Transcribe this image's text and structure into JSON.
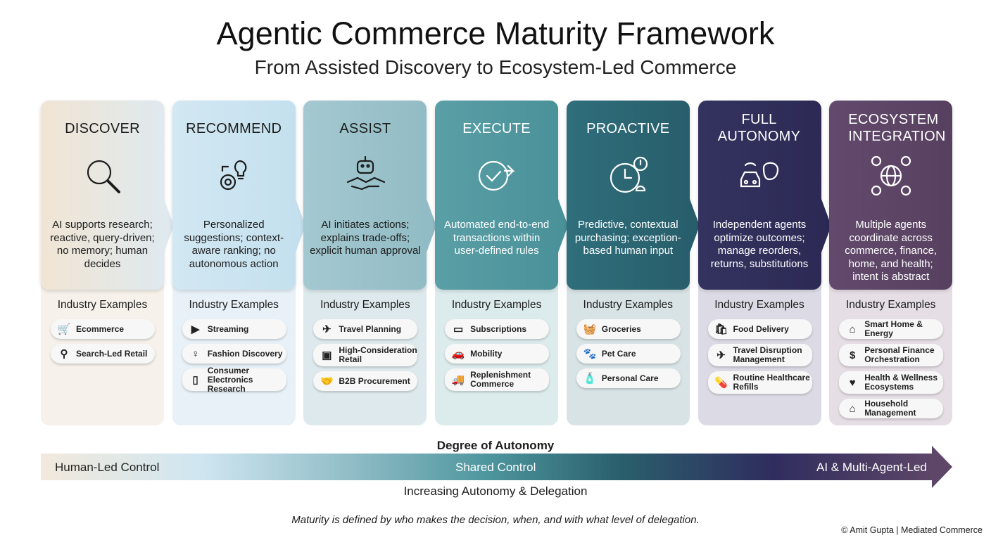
{
  "title": "Agentic Commerce Maturity Framework",
  "subtitle": "From Assisted Discovery to Ecosystem-Led Commerce",
  "examples_label": "Industry Examples",
  "stages": [
    {
      "name": "DISCOVER",
      "icon": "magnifier-icon",
      "desc": "AI supports research; reactive, query-driven; no memory; human decides",
      "color": "#f1e5d4",
      "color2": "#dfe9ee",
      "lower": "#f6f1ea",
      "text": "#1c1c1c",
      "examples": [
        {
          "icon": "cart-icon",
          "glyph": "🛒",
          "label": "Ecommerce"
        },
        {
          "icon": "search-icon",
          "glyph": "⚲",
          "label": "Search-Led Retail"
        }
      ]
    },
    {
      "name": "RECOMMEND",
      "icon": "gear-bulb-icon",
      "desc": "Personalized suggestions; context-aware ranking; no autonomous action",
      "color": "#d2e8f3",
      "color2": "#c4e0ee",
      "lower": "#e7f1f7",
      "text": "#1c1c1c",
      "examples": [
        {
          "icon": "play-icon",
          "glyph": "▶",
          "label": "Streaming"
        },
        {
          "icon": "dress-icon",
          "glyph": "♀",
          "label": "Fashion Discovery"
        },
        {
          "icon": "tablet-icon",
          "glyph": "▯",
          "label": "Consumer Electronics Research"
        }
      ]
    },
    {
      "name": "ASSIST",
      "icon": "robot-handshake-icon",
      "desc": "AI initiates actions; explains trade-offs; explicit human approval",
      "color": "#a4c8d0",
      "color2": "#92bcc5",
      "lower": "#dde9ec",
      "text": "#1c1c1c",
      "examples": [
        {
          "icon": "plane-icon",
          "glyph": "✈",
          "label": "Travel Planning"
        },
        {
          "icon": "briefcase-icon",
          "glyph": "▣",
          "label": "High-Consideration Retail"
        },
        {
          "icon": "handshake-icon",
          "glyph": "🤝",
          "label": "B2B Procurement"
        }
      ]
    },
    {
      "name": "EXECUTE",
      "icon": "check-arrow-icon",
      "desc": "Automated end-to-end transactions within user-defined rules",
      "color": "#5a9fa6",
      "color2": "#4b9199",
      "lower": "#dcebec",
      "text": "#ffffff",
      "examples": [
        {
          "icon": "card-icon",
          "glyph": "▭",
          "label": "Subscriptions"
        },
        {
          "icon": "car-icon",
          "glyph": "🚗",
          "label": "Mobility"
        },
        {
          "icon": "truck-icon",
          "glyph": "🚚",
          "label": "Replenishment Commerce"
        }
      ]
    },
    {
      "name": "PROACTIVE",
      "icon": "clock-alert-icon",
      "desc": "Predictive, contextual purchasing; exception-based human input",
      "color": "#2f6e7b",
      "color2": "#285e6b",
      "lower": "#d8e3e6",
      "text": "#ffffff",
      "examples": [
        {
          "icon": "basket-icon",
          "glyph": "🧺",
          "label": "Groceries"
        },
        {
          "icon": "paw-icon",
          "glyph": "🐾",
          "label": "Pet Care"
        },
        {
          "icon": "bottle-icon",
          "glyph": "🧴",
          "label": "Personal Care"
        }
      ]
    },
    {
      "name": "FULL AUTONOMY",
      "icon": "car-brain-icon",
      "desc": "Independent agents optimize outcomes; manage reorders, returns, substitutions",
      "color": "#34335f",
      "color2": "#2c2a55",
      "lower": "#dcdbe5",
      "text": "#ffffff",
      "examples": [
        {
          "icon": "bag-icon",
          "glyph": "🛍",
          "label": "Food Delivery"
        },
        {
          "icon": "plane-icon",
          "glyph": "✈",
          "label": "Travel Disruption Management"
        },
        {
          "icon": "pill-bottle-icon",
          "glyph": "💊",
          "label": "Routine Healthcare Refills"
        }
      ]
    },
    {
      "name": "ECOSYSTEM INTEGRATION",
      "icon": "globe-network-icon",
      "desc": "Multiple agents coordinate across commerce, finance, home, and health; intent is abstract",
      "color": "#634a6d",
      "color2": "#57405f",
      "lower": "#e5dee5",
      "text": "#ffffff",
      "examples": [
        {
          "icon": "smart-home-icon",
          "glyph": "⌂",
          "label": "Smart Home & Energy"
        },
        {
          "icon": "finance-icon",
          "glyph": "$",
          "label": "Personal Finance Orchestration"
        },
        {
          "icon": "heart-icon",
          "glyph": "♥",
          "label": "Health & Wellness Ecosystems"
        },
        {
          "icon": "house-icon",
          "glyph": "⌂",
          "label": "Household Management"
        }
      ]
    }
  ],
  "autonomy": {
    "heading": "Degree of Autonomy",
    "left": "Human-Led Control",
    "middle": "Shared Control",
    "right": "AI & Multi-Agent-Led",
    "caption": "Increasing Autonomy & Delegation"
  },
  "footnote": "Maturity is defined by who makes the decision, when, and with what level of delegation.",
  "copyright": "© Amit Gupta | Mediated Commerce"
}
